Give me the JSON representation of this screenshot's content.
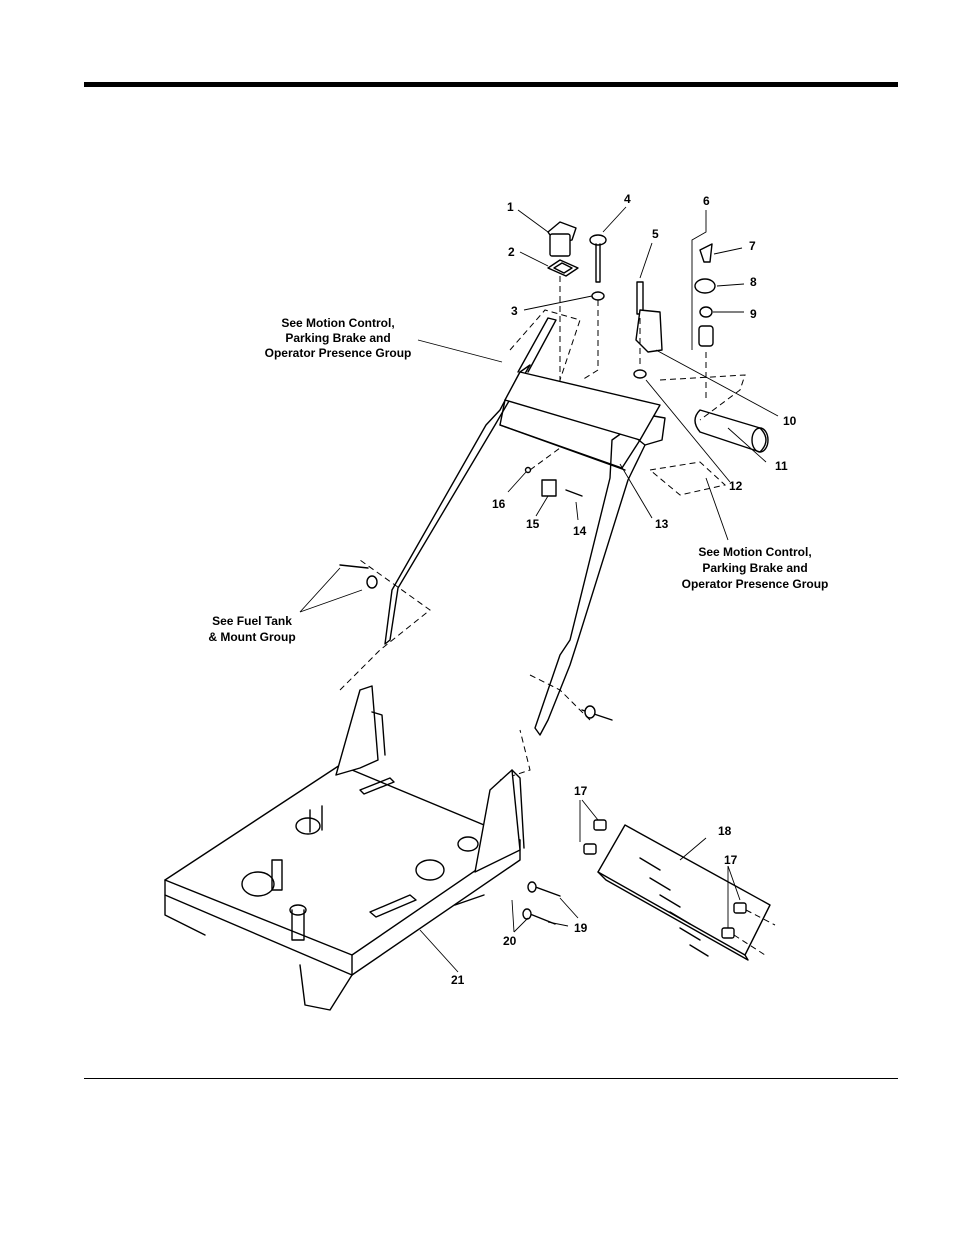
{
  "callouts": {
    "c1": "1",
    "c2": "2",
    "c3": "3",
    "c4": "4",
    "c5": "5",
    "c6": "6",
    "c7": "7",
    "c8": "8",
    "c9": "9",
    "c10": "10",
    "c11": "11",
    "c12": "12",
    "c13": "13",
    "c14": "14",
    "c15": "15",
    "c16": "16",
    "c17a": "17",
    "c17b": "17",
    "c18": "18",
    "c19": "19",
    "c20": "20",
    "c21": "21"
  },
  "notes": {
    "motion_top": [
      "See Motion Control,",
      "Parking Brake and",
      "Operator Presence Group"
    ],
    "motion_right": [
      "See Motion Control,",
      "Parking Brake and",
      "Operator Presence Group"
    ],
    "fuel_tank": [
      "See Fuel Tank",
      "& Mount Group"
    ]
  }
}
